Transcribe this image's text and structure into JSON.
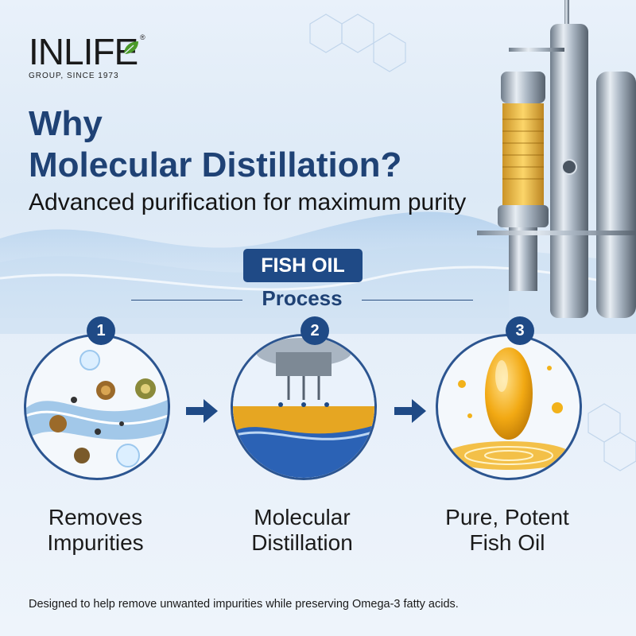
{
  "brand": {
    "name": "INLIFE",
    "registered": "®",
    "tagline": "GROUP, SINCE 1973"
  },
  "headline": {
    "line1": "Why",
    "line2": "Molecular Distillation?"
  },
  "subheadline": "Advanced purification for maximum purity",
  "badge": "FISH OIL",
  "section_title": "Process",
  "steps": [
    {
      "number": "1",
      "label_line1": "Removes",
      "label_line2": "Impurities"
    },
    {
      "number": "2",
      "label_line1": "Molecular",
      "label_line2": "Distillation"
    },
    {
      "number": "3",
      "label_line1": "Pure, Potent",
      "label_line2": "Fish Oil"
    }
  ],
  "footer": "Designed to help remove unwanted impurities while preserving Omega-3 fatty acids.",
  "colors": {
    "navy": "#1f4a86",
    "headline": "#1f4275",
    "oil": "#f2b21a",
    "leaf": "#4c9a2a"
  }
}
